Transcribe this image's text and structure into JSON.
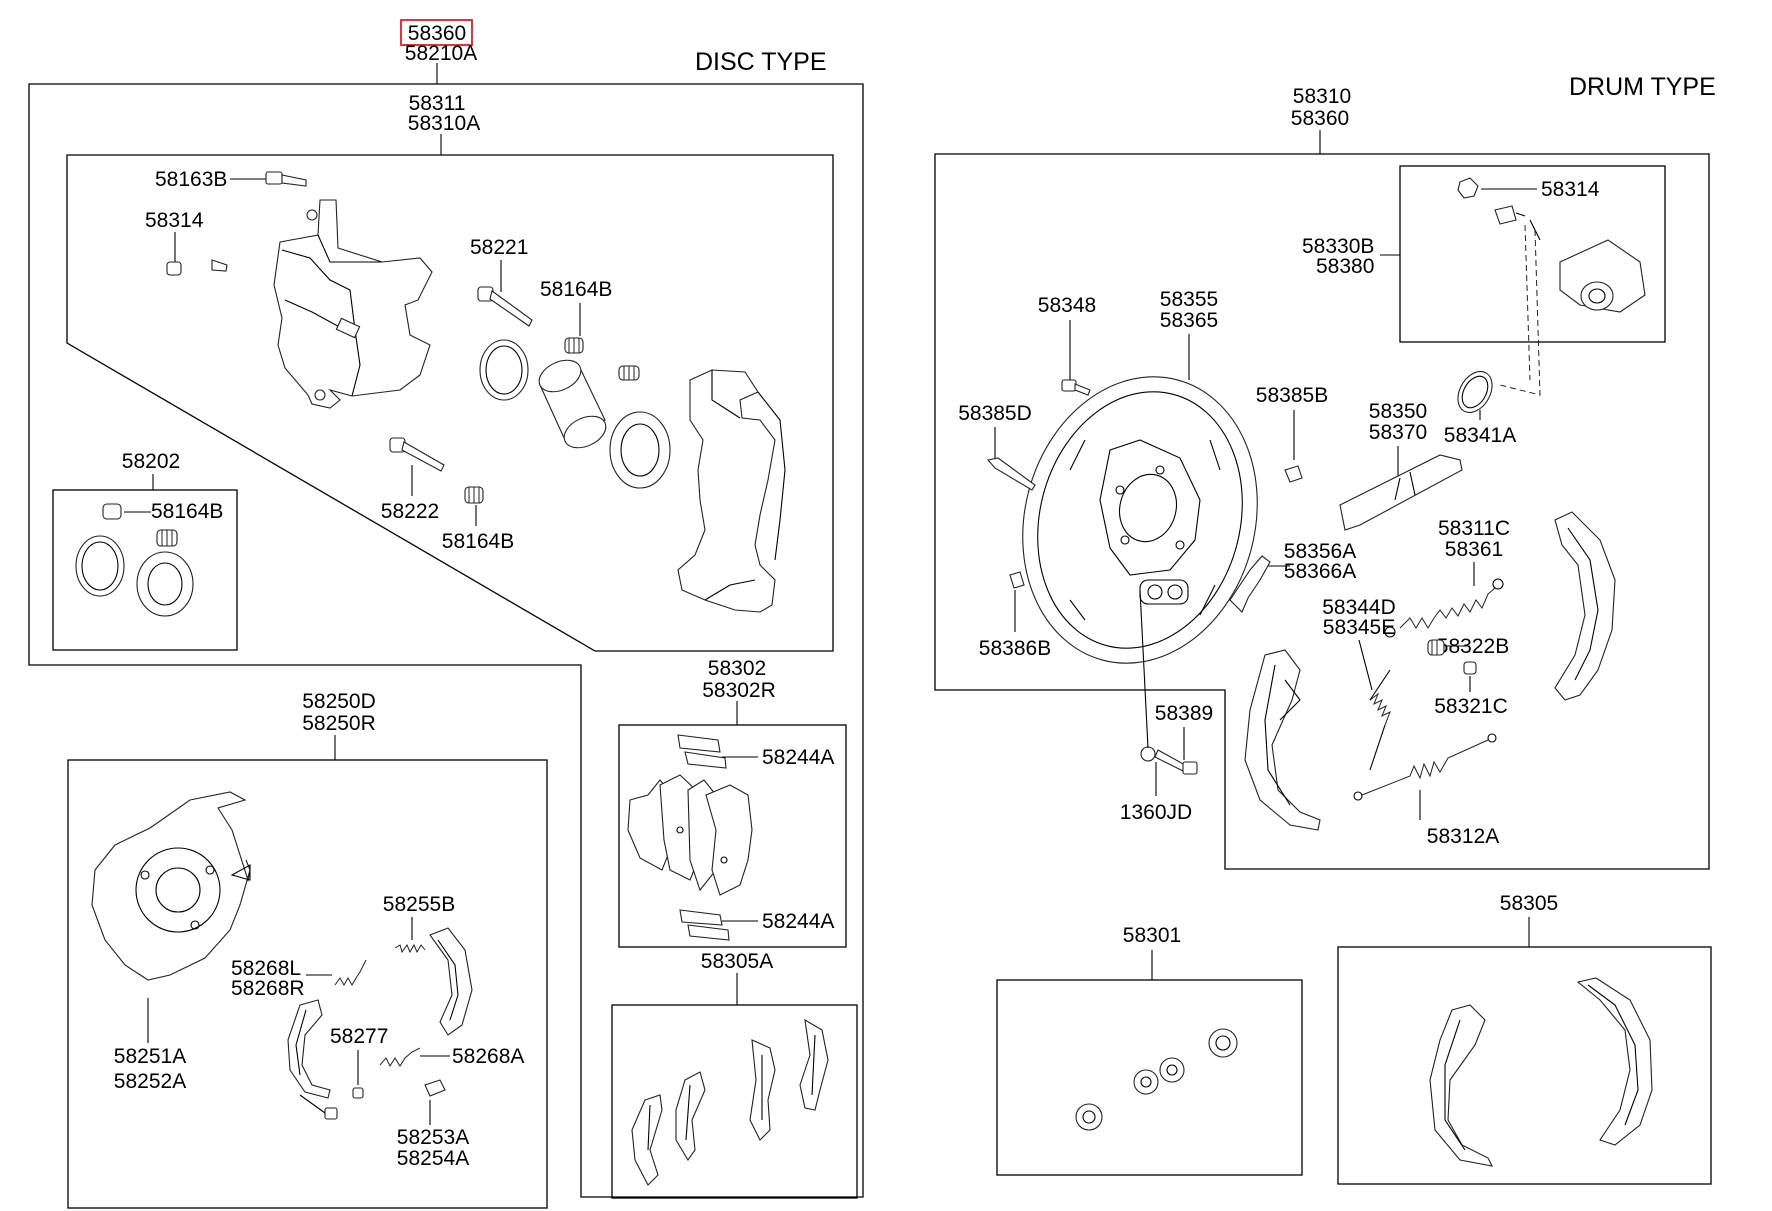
{
  "headers": {
    "disc": "DISC TYPE",
    "drum": "DRUM TYPE"
  },
  "colors": {
    "highlight": "#e31b23",
    "line": "#000000"
  },
  "disc_labels": {
    "top_highlight": "58360",
    "top_sub": "58210A",
    "caliper_a": "58311",
    "caliper_b": "58310A",
    "bolt": "58163B",
    "bleeder": "58314",
    "guide_pin_1": "58221",
    "boot_1": "58164B",
    "guide_pin_2": "58222",
    "boot_2": "58164B",
    "seal_kit": "58202",
    "seal_kit_boot": "58164B",
    "pads_a": "58302",
    "pads_b": "58302R",
    "clip_1": "58244A",
    "clip_2": "58244A",
    "shoe_kit": "58305A",
    "backplate_a": "58250D",
    "backplate_b": "58250R",
    "plate_a": "58251A",
    "plate_b": "58252A",
    "spring_1": "58255B",
    "spring_2a": "58268L",
    "spring_2b": "58268R",
    "pin": "58277",
    "spring_3": "58268A",
    "retainer_a": "58253A",
    "retainer_b": "58254A"
  },
  "drum_labels": {
    "top_a": "58310",
    "top_b": "58360",
    "wheel_cyl_nut": "58314",
    "wheel_cyl_a": "58330B",
    "wheel_cyl_b": "58380",
    "screw": "58348",
    "backing_a": "58355",
    "backing_b": "58365",
    "plug_1": "58385D",
    "plug_2": "58385B",
    "adjuster_a": "58350",
    "adjuster_b": "58370",
    "ring": "58341A",
    "lever_a": "58356A",
    "lever_b": "58366A",
    "spring_a": "58311C",
    "spring_b": "58361",
    "grommet": "58386B",
    "spring_c": "58344D",
    "spring_d": "58345E",
    "cup": "58322B",
    "pin": "58321C",
    "bolt": "58389",
    "bolt_2": "1360JD",
    "spring_e": "58312A",
    "cyl_kit": "58301",
    "shoe_kit": "58305"
  }
}
